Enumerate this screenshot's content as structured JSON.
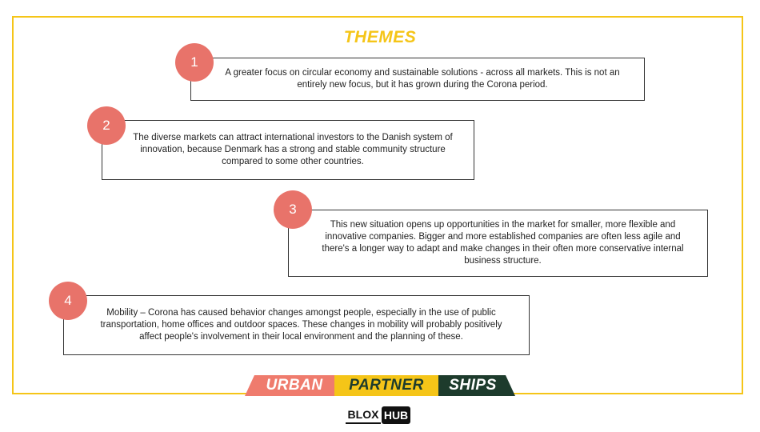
{
  "title": "THEMES",
  "themes": [
    {
      "number": "1",
      "text": "A greater focus on circular economy and sustainable solutions - across all markets. This is not an entirely new focus, but it has grown during the Corona period."
    },
    {
      "number": "2",
      "text": "The diverse markets can attract international investors to the Danish system of innovation, because Denmark has a strong and stable community structure compared to some other countries."
    },
    {
      "number": "3",
      "text": "This new situation opens up opportunities in the market for smaller, more flexible and innovative companies. Bigger and more established companies are often less agile and there's a longer way to adapt and make changes in their often more conservative internal business structure."
    },
    {
      "number": "4",
      "text": "Mobility – Corona has caused behavior changes amongst people, especially in the use of public transportation, home offices and outdoor spaces. These changes in mobility will probably positively affect people's involvement in their local environment and the planning of these."
    }
  ],
  "banner": {
    "part1": "URBAN",
    "part2": "PARTNER",
    "part3": "SHIPS"
  },
  "logo": {
    "part1": "BLOX",
    "part2": "HUB"
  },
  "colors": {
    "accent_yellow": "#f5c518",
    "badge_coral": "#e8736a",
    "banner_coral": "#ef7b6d",
    "banner_yellow": "#f5c518",
    "banner_green": "#1d3b2c"
  }
}
